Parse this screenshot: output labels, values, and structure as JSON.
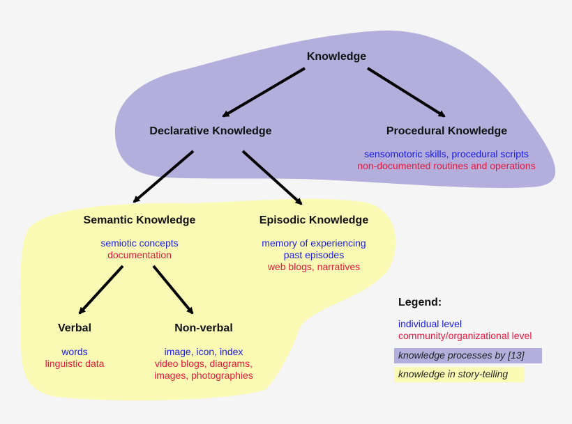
{
  "nodes": {
    "knowledge": "Knowledge",
    "declarative": "Declarative Knowledge",
    "procedural": "Procedural Knowledge",
    "semantic": "Semantic Knowledge",
    "episodic": "Episodic Knowledge",
    "verbal": "Verbal",
    "nonverbal": "Non-verbal"
  },
  "details": {
    "procedural": {
      "individual": [
        "sensomotoric skills, procedural scripts"
      ],
      "community": [
        "non-documented routines and operations"
      ]
    },
    "semantic": {
      "individual": [
        "semiotic concepts"
      ],
      "community": [
        "documentation"
      ]
    },
    "episodic": {
      "individual": [
        "memory of experiencing",
        "past episodes"
      ],
      "community": [
        "web blogs, narratives"
      ]
    },
    "verbal": {
      "individual": [
        "words"
      ],
      "community": [
        "linguistic data"
      ]
    },
    "nonverbal": {
      "individual": [
        "image, icon, index"
      ],
      "community": [
        "video blogs, diagrams,",
        "images, photographies"
      ]
    }
  },
  "legend": {
    "title": "Legend:",
    "individual": "individual level",
    "community": "community/organizational level",
    "processes": "knowledge processes by [13]",
    "storytelling": "knowledge in story-telling"
  },
  "colors": {
    "background": "#f5f5f5",
    "processes_region": "#b3aedb",
    "storytelling_region": "#fafab4",
    "individual_text": "#1a1ae6",
    "community_text": "#e6183c",
    "arrow": "#000000"
  }
}
